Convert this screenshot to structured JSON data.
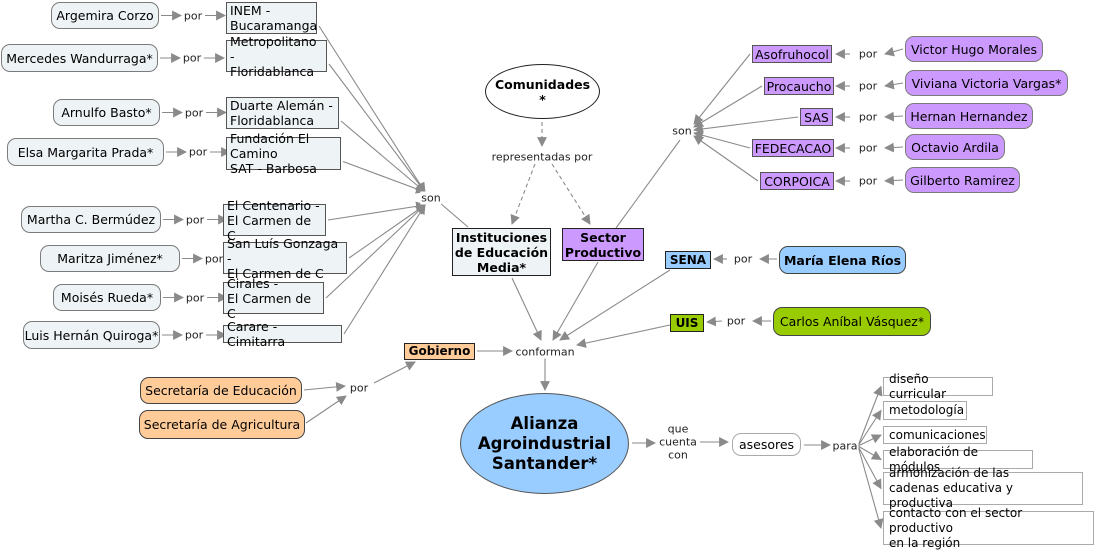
{
  "diagram": {
    "type": "concept-map",
    "central": {
      "label": "Alianza\nAgroindustrial\nSantander*",
      "color": "#99ccff"
    },
    "comunidades": {
      "label": "Comunidades\n*"
    },
    "representadas_label": "representadas por",
    "instituciones": {
      "label": "Instituciones\nde Educación\nMedia*"
    },
    "sector": {
      "label": "Sector\nProductivo",
      "color": "#cc99ff"
    },
    "son_left": "son",
    "son_right": "son",
    "schools": [
      {
        "person": "Argemira Corzo",
        "link": "por",
        "school": "INEM -\nBucaramanga"
      },
      {
        "person": "Mercedes Wandurraga*",
        "link": "por",
        "school": "Metropolitano -\nFloridablanca"
      },
      {
        "person": "Arnulfo Basto*",
        "link": "por",
        "school": "Duarte Alemán -\nFloridablanca"
      },
      {
        "person": "Elsa Margarita Prada*",
        "link": "por",
        "school": "Fundación El Camino\nSAT - Barbosa"
      },
      {
        "person": "Martha C. Bermúdez",
        "link": "por",
        "school": "El Centenario -\nEl Carmen de C"
      },
      {
        "person": "Maritza Jiménez*",
        "link": "por",
        "school": "San Luís Gonzaga -\nEl Carmen de C"
      },
      {
        "person": "Moisés Rueda*",
        "link": "por",
        "school": "Cirales -\nEl Carmen de C"
      },
      {
        "person": "Luis Hernán Quiroga*",
        "link": "por",
        "school": "Carare - Cimitarra"
      }
    ],
    "sector_orgs": [
      {
        "org": "Asofruhocol",
        "link": "por",
        "person": "Victor Hugo Morales"
      },
      {
        "org": "Procaucho",
        "link": "por",
        "person": "Viviana Victoria Vargas*"
      },
      {
        "org": "SAS",
        "link": "por",
        "person": "Hernan Hernandez"
      },
      {
        "org": "FEDECACAO",
        "link": "por",
        "person": "Octavio Ardila"
      },
      {
        "org": "CORPOICA",
        "link": "por",
        "person": "Gilberto Ramirez"
      }
    ],
    "sena": {
      "org": "SENA",
      "link": "por",
      "person": "María Elena Ríos",
      "color": "#99ccff"
    },
    "uis": {
      "org": "UIS",
      "link": "por",
      "person": "Carlos Aníbal Vásquez*",
      "color": "#99cc00"
    },
    "gobierno": {
      "org": "Gobierno",
      "link": "por",
      "color": "#ffcc99",
      "members": [
        "Secretaría de Educación",
        "Secretaría de Agricultura"
      ]
    },
    "conforman": "conforman",
    "que_cuenta_con": "que\ncuenta\ncon",
    "asesores": "asesores",
    "para": "para",
    "purposes": [
      "diseño curricular",
      "metodología",
      "comunicaciones",
      "elaboración de módulos",
      "armonización de las\ncadenas educativa y productiva",
      "contacto con el sector productivo\nen la región"
    ]
  }
}
